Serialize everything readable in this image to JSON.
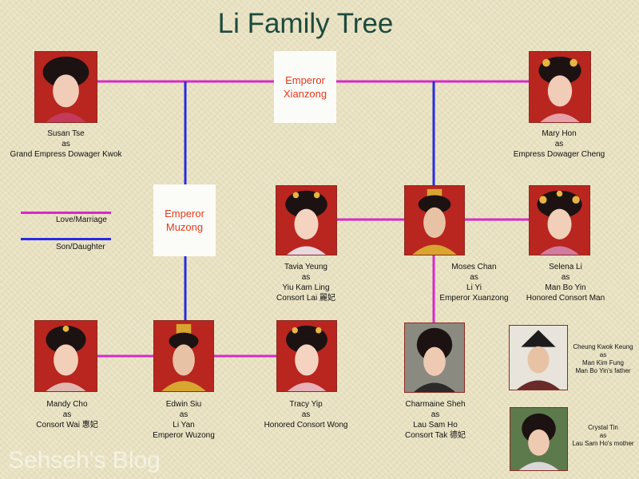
{
  "title": "Li Family Tree",
  "watermark": "Sehseh's Blog",
  "colors": {
    "marriage": "#d62ac8",
    "descent": "#2a2ae0",
    "emperor_text": "#e23b1c",
    "title": "#1d4a3e"
  },
  "legend": {
    "marriage": "Love/Marriage",
    "descent": "Son/Daughter"
  },
  "emperors": {
    "xianzong": [
      "Emperor",
      "Xianzong"
    ],
    "muzong": [
      "Emperor",
      "Muzong"
    ]
  },
  "people": {
    "susan": [
      "Susan Tse",
      "as",
      "Grand Empress Dowager Kwok"
    ],
    "mary": [
      "Mary Hon",
      "as",
      "Empress Dowager Cheng"
    ],
    "tavia": [
      "Tavia Yeung",
      "as",
      "Yiu Kam Ling",
      "Consort Lai 麗妃"
    ],
    "moses": [
      "Moses Chan",
      "as",
      "Li Yi",
      "Emperor Xuanzong"
    ],
    "selena": [
      "Selena Li",
      "as",
      "Man Bo Yin",
      "Honored Consort Man"
    ],
    "mandy": [
      "Mandy Cho",
      "as",
      "Consort Wai 惠妃"
    ],
    "edwin": [
      "Edwin Siu",
      "as",
      "Li Yan",
      "Emperor Wuzong"
    ],
    "tracy": [
      "Tracy Yip",
      "as",
      "Honored Consort Wong"
    ],
    "charmaine": [
      "Charmaine Sheh",
      "as",
      "Lau Sam Ho",
      "Consort Tak 德妃"
    ],
    "cheung": [
      "Cheung Kwok Keung",
      "as",
      "Man Kim Fung",
      "Man Bo Yin's father"
    ],
    "crystal": [
      "Crystal Tin",
      "as",
      "Lau Sam Ho's mother"
    ]
  }
}
